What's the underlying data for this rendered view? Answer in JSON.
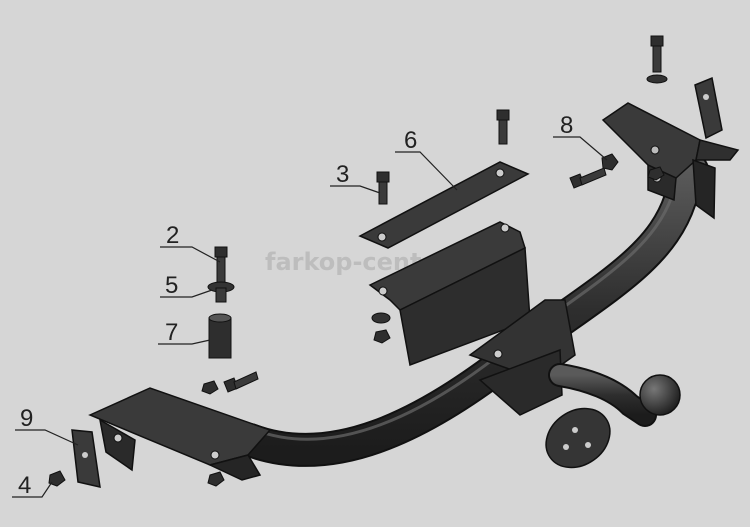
{
  "watermark": "farkop-center.ru",
  "callouts": {
    "c2": "2",
    "c3": "3",
    "c4": "4",
    "c5": "5",
    "c6": "6",
    "c7": "7",
    "c8": "8",
    "c9": "9"
  },
  "colors": {
    "background": "#d6d6d6",
    "part_fill": "#3a3a3a",
    "part_edge": "#111111",
    "highlight": "#6a6a6a"
  }
}
